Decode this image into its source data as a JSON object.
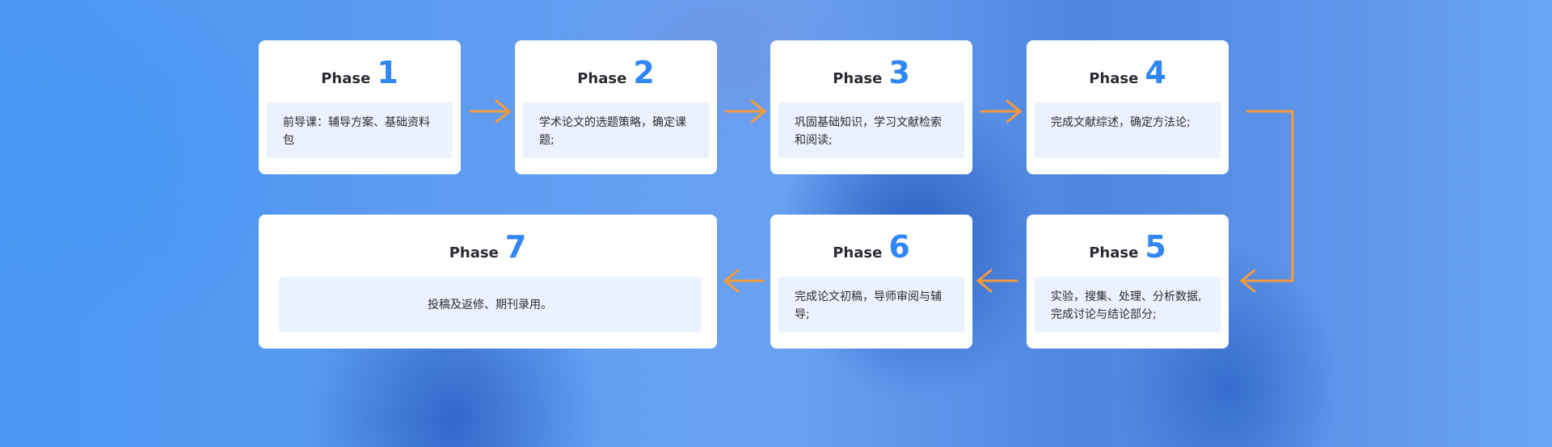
{
  "phase_label": "Phase",
  "accent": "#2f86f4",
  "arrow_color": "#f59a3c",
  "phases": [
    {
      "number": "1",
      "text": "前导课：辅导方案、基础资料包"
    },
    {
      "number": "2",
      "text": "学术论文的选题策略，确定课题;"
    },
    {
      "number": "3",
      "text": "巩固基础知识，学习文献检索和阅读;"
    },
    {
      "number": "4",
      "text": "完成文献综述，确定方法论;"
    },
    {
      "number": "5",
      "text": "实验，搜集、处理、分析数据,完成讨论与结论部分;"
    },
    {
      "number": "6",
      "text": "完成论文初稿，导师审阅与辅导;"
    },
    {
      "number": "7",
      "text": "投稿及返修、期刊录用。"
    }
  ]
}
